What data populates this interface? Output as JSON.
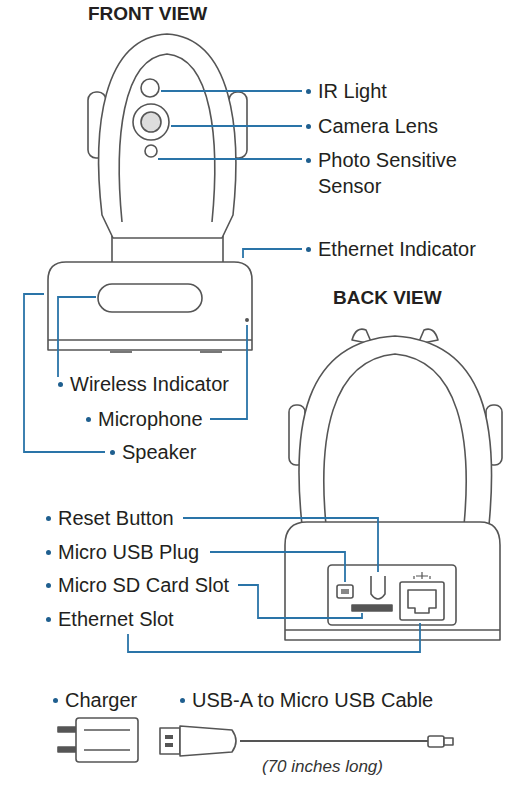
{
  "diagram": {
    "labels": [
      "FRONT VIEW",
      "IR Light",
      "Camera Lens",
      "Photo Sensitive Sensor",
      "Ethernet Indicator",
      "BACK VIEW",
      "Wireless Indicator",
      "Microphone",
      "Speaker",
      "Reset Button",
      "Micro USB Plug",
      "Micro SD Card Slot",
      "Ethernet Slot",
      "Charger",
      "USB-A to Micro USB Cable",
      "(70 inches long)"
    ]
  }
}
